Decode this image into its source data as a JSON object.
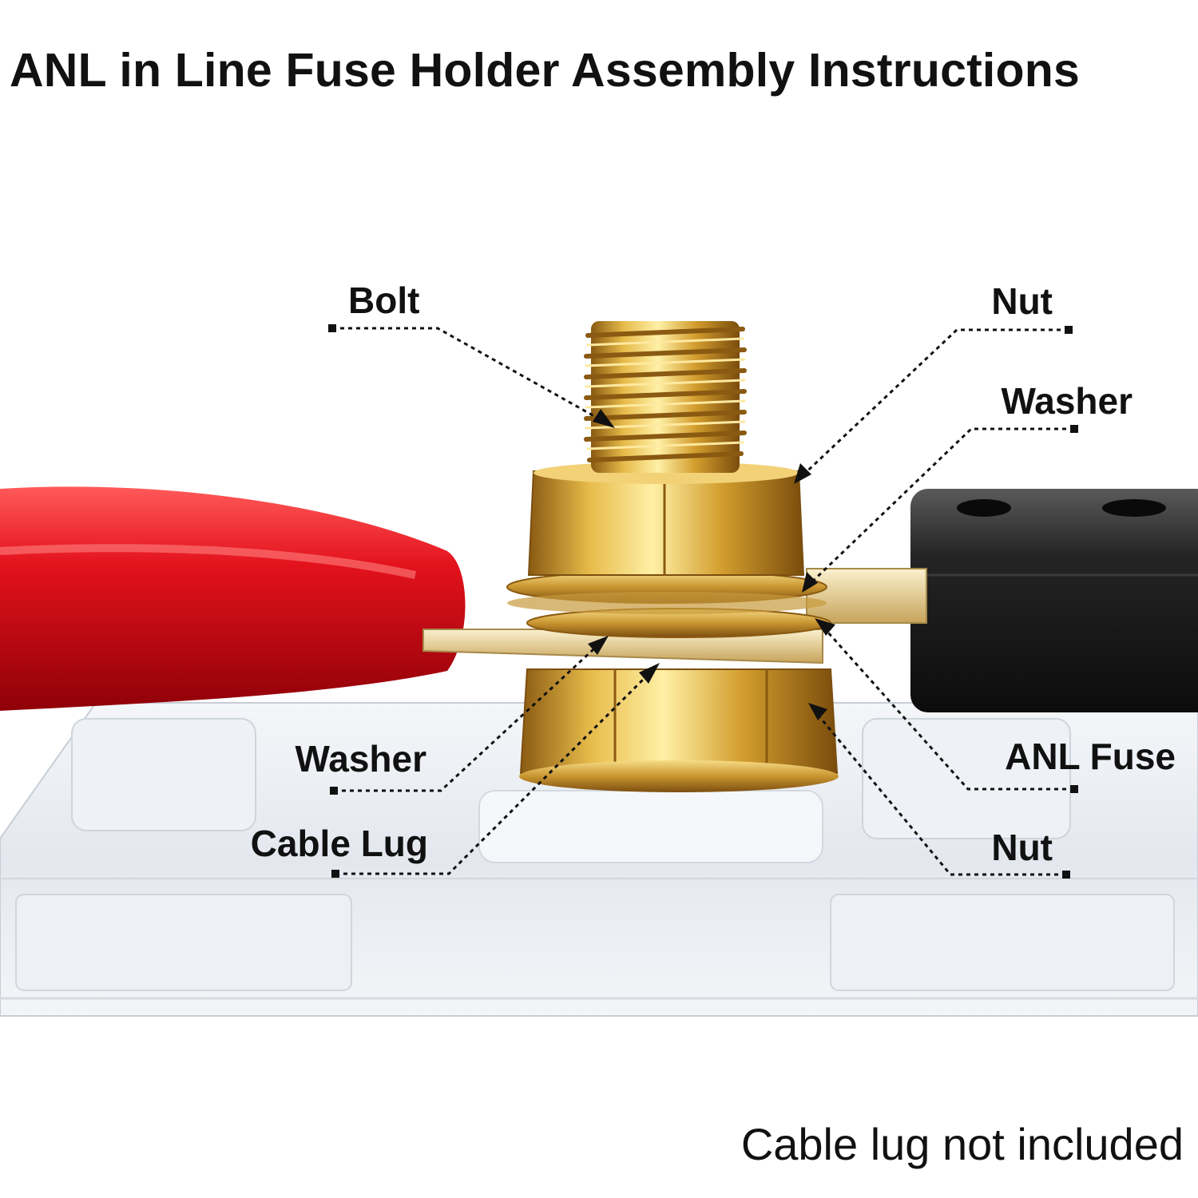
{
  "title": "ANL in Line Fuse Holder Assembly Instructions",
  "note": "Cable lug not included",
  "labels": {
    "bolt": "Bolt",
    "nut_top": "Nut",
    "washer_top": "Washer",
    "washer_bottom": "Washer",
    "cable_lug": "Cable Lug",
    "anl_fuse": "ANL Fuse",
    "nut_bottom": "Nut"
  },
  "colors": {
    "brass": "#d8a93a",
    "cable_boot": "#e0141e",
    "fuse_body": "#1c1c1c",
    "base": "#e9edf2"
  }
}
